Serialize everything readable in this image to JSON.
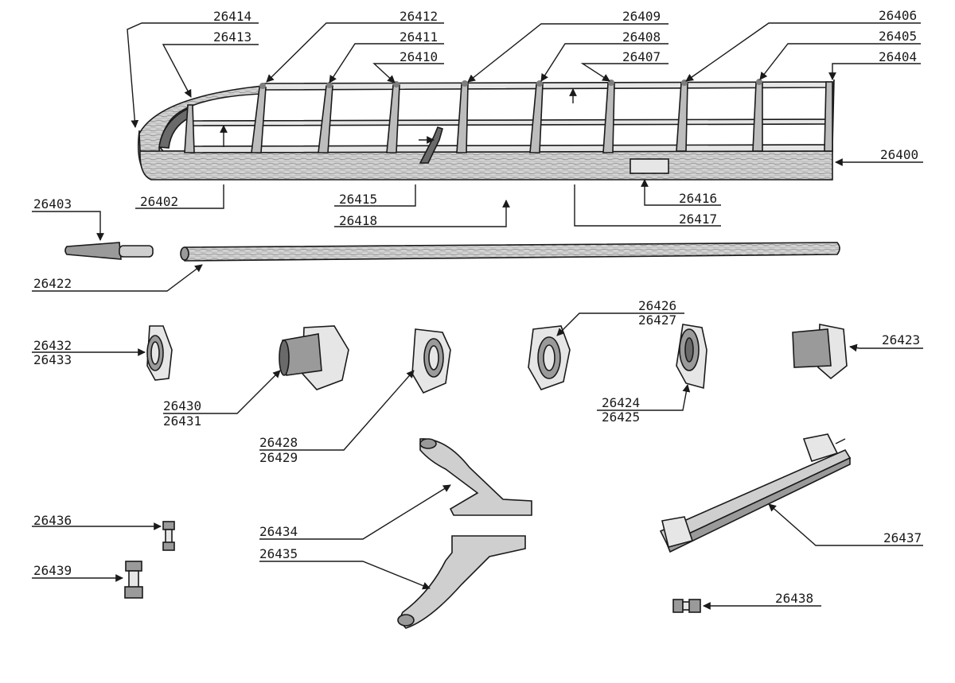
{
  "labels": {
    "p26400": "26400",
    "p26402": "26402",
    "p26403": "26403",
    "p26404": "26404",
    "p26405": "26405",
    "p26406": "26406",
    "p26407": "26407",
    "p26408": "26408",
    "p26409": "26409",
    "p26410": "26410",
    "p26411": "26411",
    "p26412": "26412",
    "p26413": "26413",
    "p26414": "26414",
    "p26415": "26415",
    "p26416": "26416",
    "p26417": "26417",
    "p26418": "26418",
    "p26422": "26422",
    "p26423": "26423",
    "p26424": "26424",
    "p26425": "26425",
    "p26426": "26426",
    "p26427": "26427",
    "p26428": "26428",
    "p26429": "26429",
    "p26430": "26430",
    "p26431": "26431",
    "p26432": "26432",
    "p26433": "26433",
    "p26434": "26434",
    "p26435": "26435",
    "p26436": "26436",
    "p26437": "26437",
    "p26438": "26438",
    "p26439": "26439"
  }
}
